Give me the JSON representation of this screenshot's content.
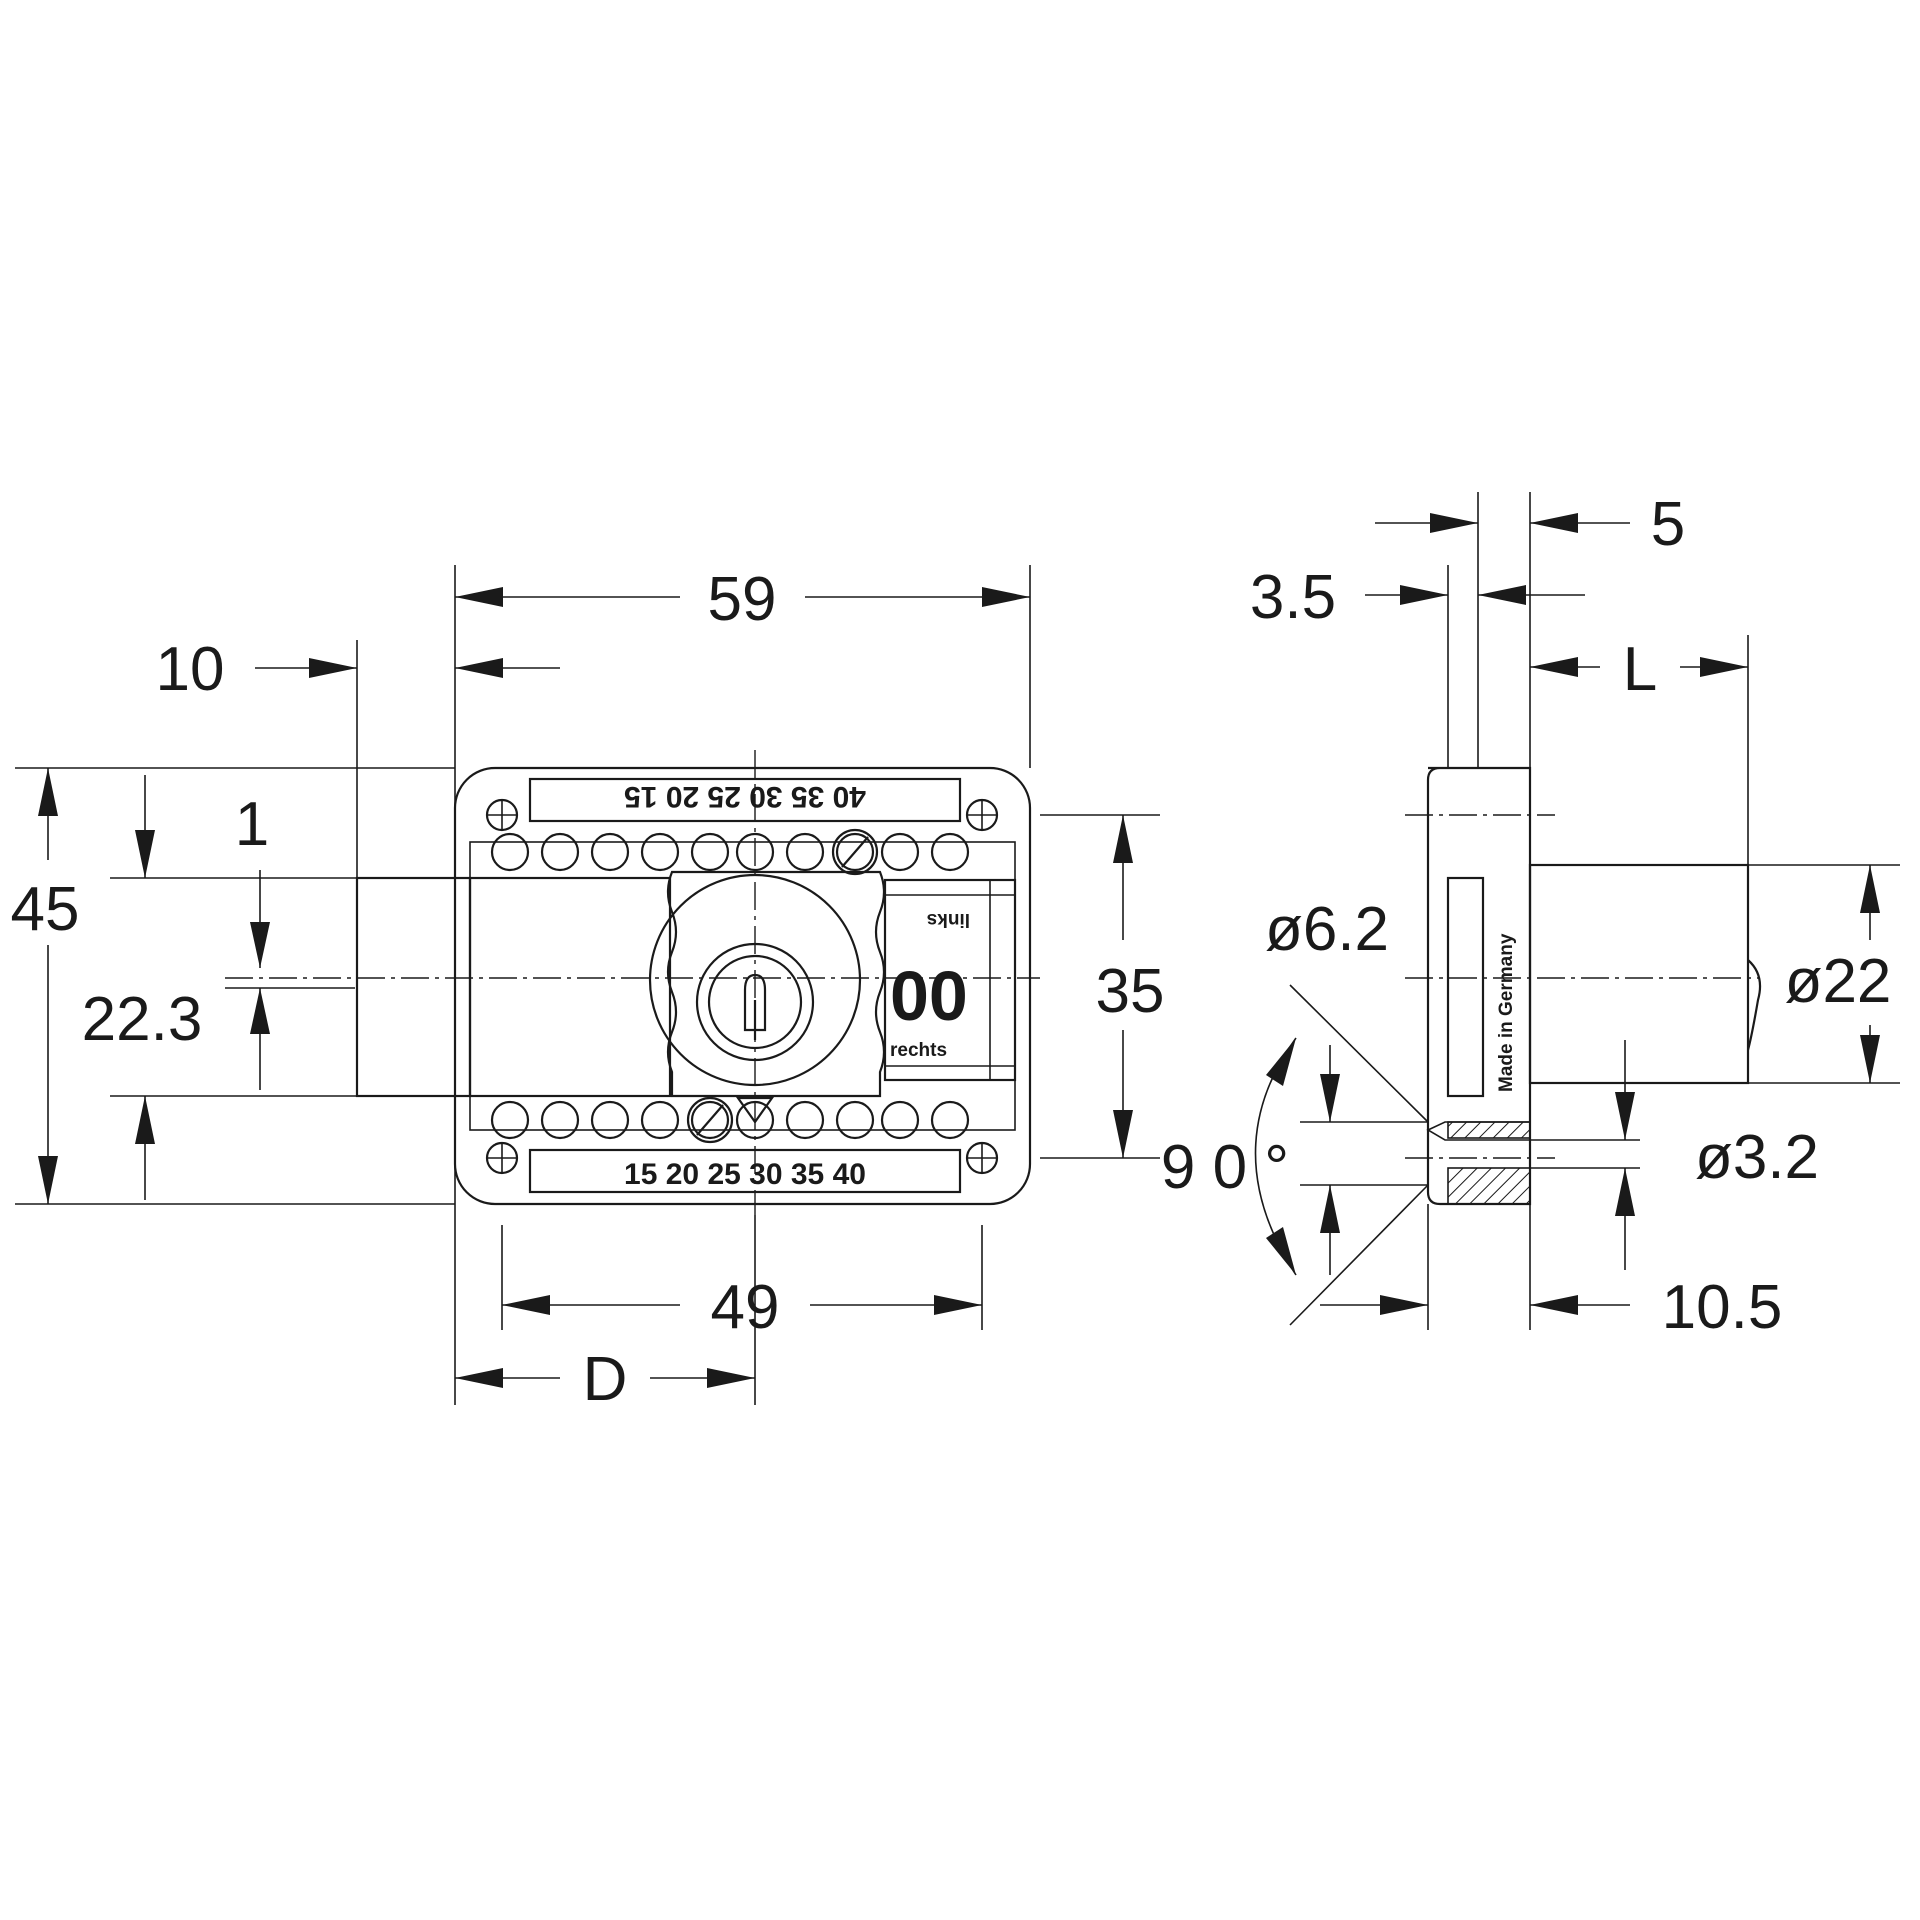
{
  "dimensions": {
    "width_59": "59",
    "offset_10": "10",
    "height_45": "45",
    "gap_1": "1",
    "center_22_3": "22.3",
    "screws_35": "35",
    "screws_49": "49",
    "backset_d": "D",
    "plate_5": "5",
    "plate_3_5": "3.5",
    "length_l": "L",
    "dia_6_2": "ø6.2",
    "dia_22": "ø22",
    "angle_90": "9 0 °",
    "dia_3_2": "ø3.2",
    "depth_10_5": "10.5"
  },
  "labels": {
    "top_scale": "40 35 30 25 20 15",
    "bottom_scale": "15 20 25 30 35 40",
    "links": "links",
    "rechts": "rechts",
    "counter": "00",
    "made_in": "Made in Germany"
  },
  "colors": {
    "line": "#1a1a1a",
    "background": "#ffffff"
  }
}
